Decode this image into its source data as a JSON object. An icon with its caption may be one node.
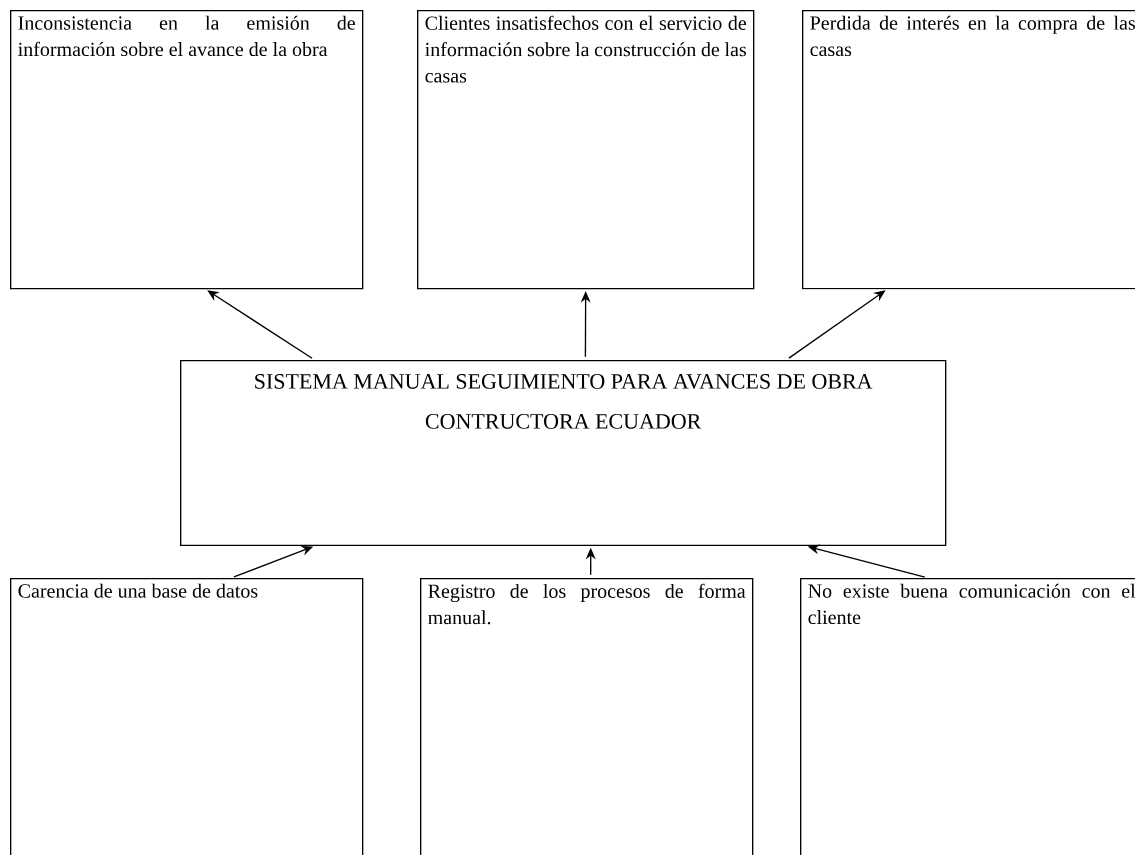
{
  "diagram": {
    "nodes": [
      {
        "text": [
          "Inconsistencia en la emisión de información sobre el avance de la obra"
        ]
      },
      {
        "text": [
          "Clientes insatisfechos con el servicio de información sobre la construcción de las casas"
        ]
      },
      {
        "text": [
          "Perdida de interés en la compra de las casas"
        ]
      },
      {
        "text": [
          "SISTEMA MANUAL SEGUIMIENTO PARA AVANCES DE OBRA CONTRUCTORA ECUADOR"
        ]
      },
      {
        "text": [
          "Carencia de una base de datos"
        ]
      },
      {
        "text": [
          "Registro de los procesos de forma manual."
        ]
      },
      {
        "text": [
          "No existe buena comunicación con el cliente"
        ]
      }
    ],
    "edges": [
      {
        "from": 3,
        "to": 0,
        "arrow": "to"
      },
      {
        "from": 3,
        "to": 1,
        "arrow": "to"
      },
      {
        "from": 3,
        "to": 2,
        "arrow": "to"
      },
      {
        "from": 4,
        "to": 3,
        "arrow": "to"
      },
      {
        "from": 5,
        "to": 3,
        "arrow": "to"
      },
      {
        "from": 6,
        "to": 3,
        "arrow": "to"
      }
    ]
  }
}
